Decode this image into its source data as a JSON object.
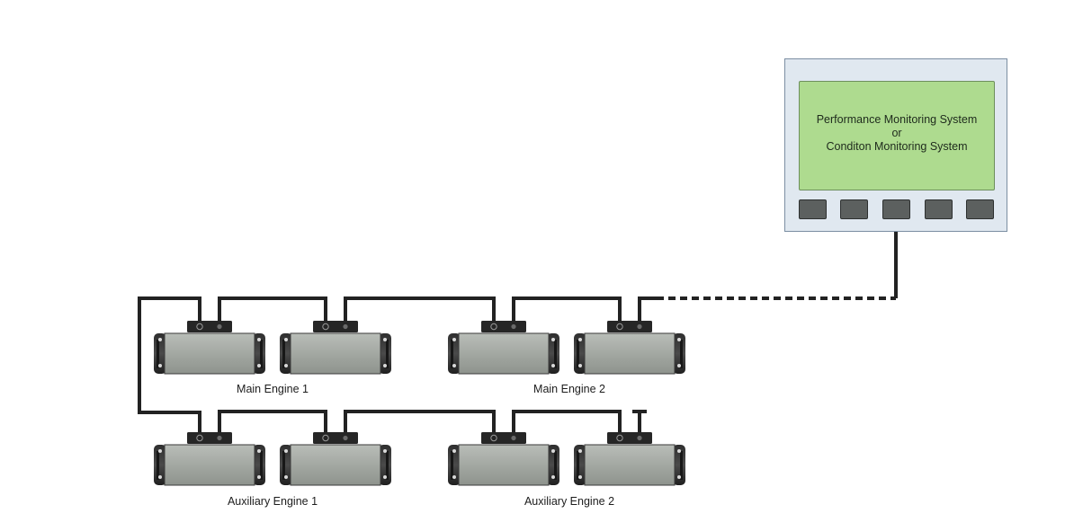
{
  "monitor": {
    "screen_lines": [
      "Performance Monitoring System",
      "or",
      "Conditon Monitoring System"
    ],
    "key_count": 5
  },
  "groups": [
    {
      "label": "Main Engine 1"
    },
    {
      "label": "Main Engine 2"
    },
    {
      "label": "Auxiliary Engine 1"
    },
    {
      "label": "Auxiliary Engine 2"
    }
  ],
  "colors": {
    "cable": "#222222",
    "sensor_body": "#a2a7a2",
    "screen": "#aedb8f",
    "monitor_case": "#e0e8f0"
  }
}
